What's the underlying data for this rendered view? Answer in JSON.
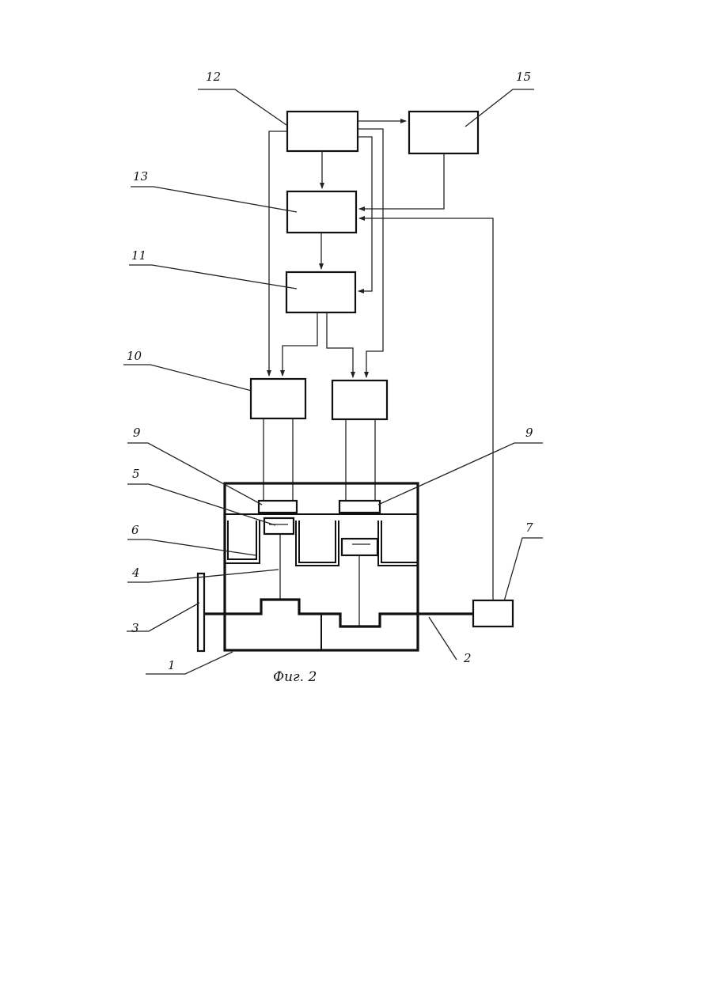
{
  "figure": {
    "caption": "Фиг. 2",
    "labels": {
      "n1": "1",
      "n2": "2",
      "n3": "3",
      "n4": "4",
      "n5": "5",
      "n6": "6",
      "n7": "7",
      "n9_left": "9",
      "n9_right": "9",
      "n10": "10",
      "n11": "11",
      "n12": "12",
      "n13": "13",
      "n15": "15"
    }
  }
}
